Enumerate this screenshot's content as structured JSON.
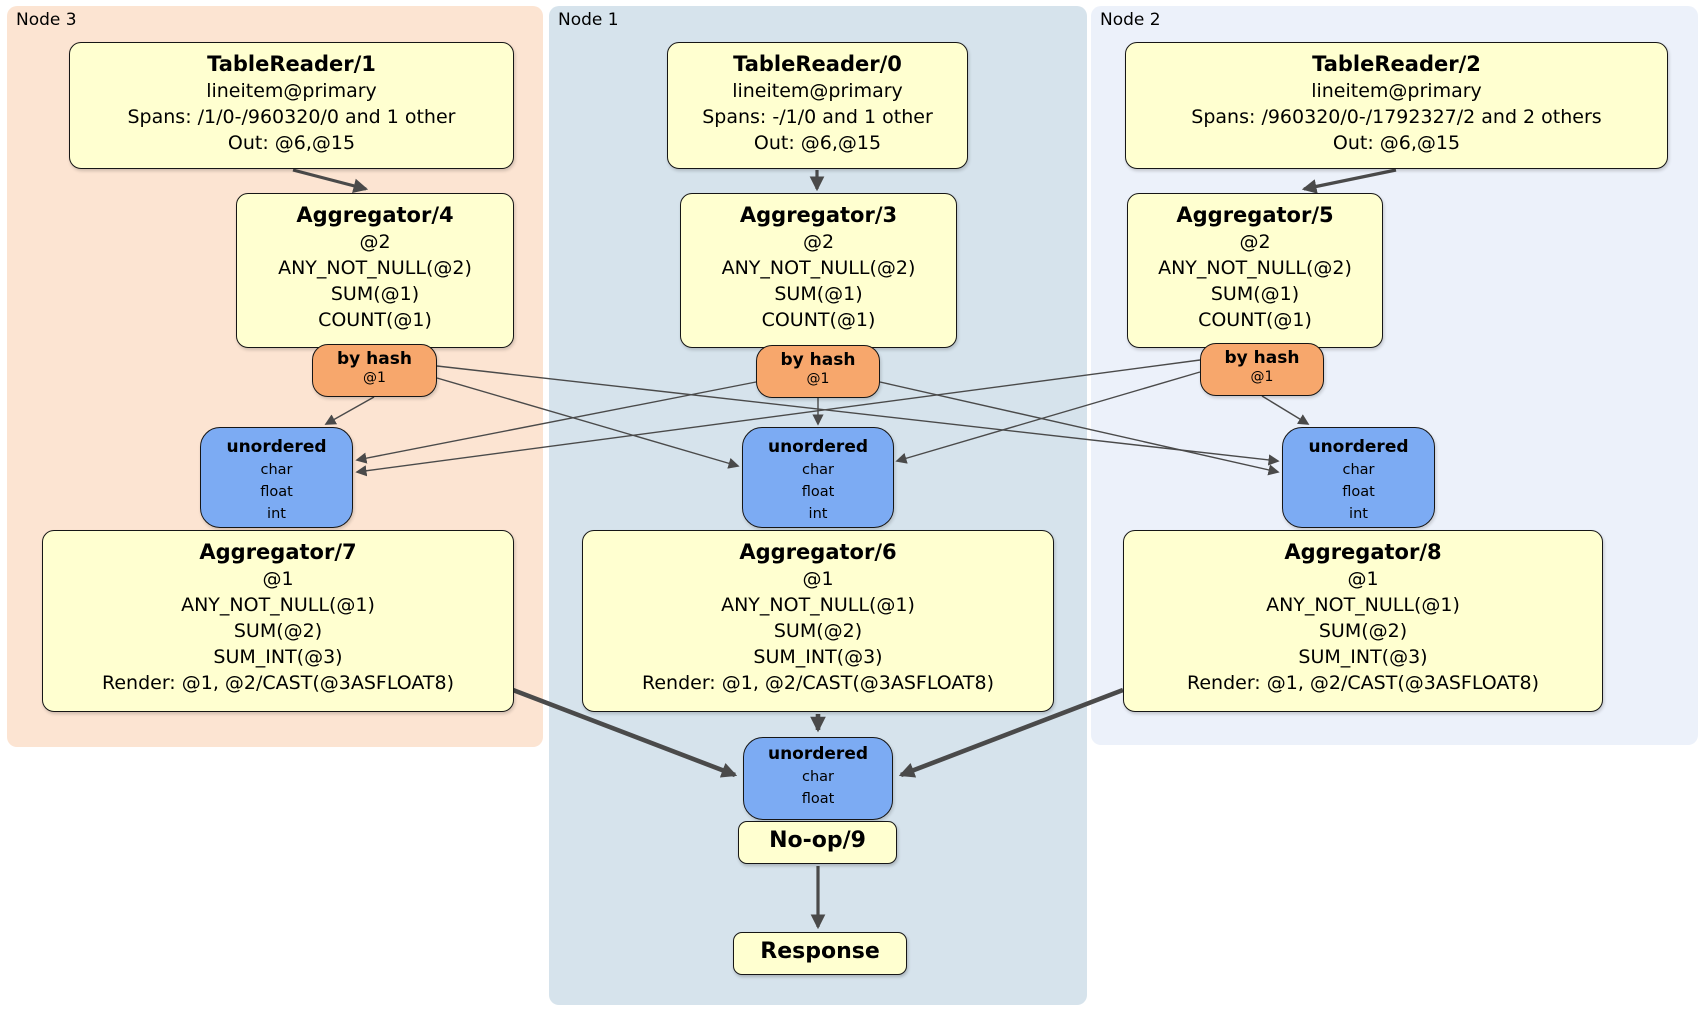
{
  "regions": {
    "node3": {
      "label": "Node 3"
    },
    "node1": {
      "label": "Node 1"
    },
    "node2": {
      "label": "Node 2"
    }
  },
  "colors": {
    "node3_background": "#fce4d2",
    "node1_background": "#d6e3ec",
    "node2_background": "#ecf1fa",
    "processor_fill": "#ffffd0",
    "router_fill": "#f7a76c",
    "sync_fill": "#7cabf3",
    "edge": "#4a4a4a"
  },
  "processors": {
    "tablereader1": {
      "title": "TableReader/1",
      "lines": [
        "lineitem@primary",
        "Spans: /1/0-/960320/0 and 1 other",
        "Out: @6,@15"
      ]
    },
    "tablereader0": {
      "title": "TableReader/0",
      "lines": [
        "lineitem@primary",
        "Spans: -/1/0 and 1 other",
        "Out: @6,@15"
      ]
    },
    "tablereader2": {
      "title": "TableReader/2",
      "lines": [
        "lineitem@primary",
        "Spans: /960320/0-/1792327/2 and 2 others",
        "Out: @6,@15"
      ]
    },
    "aggregator4": {
      "title": "Aggregator/4",
      "lines": [
        "@2",
        "ANY_NOT_NULL(@2)",
        "SUM(@1)",
        "COUNT(@1)"
      ]
    },
    "aggregator3": {
      "title": "Aggregator/3",
      "lines": [
        "@2",
        "ANY_NOT_NULL(@2)",
        "SUM(@1)",
        "COUNT(@1)"
      ]
    },
    "aggregator5": {
      "title": "Aggregator/5",
      "lines": [
        "@2",
        "ANY_NOT_NULL(@2)",
        "SUM(@1)",
        "COUNT(@1)"
      ]
    },
    "aggregator7": {
      "title": "Aggregator/7",
      "lines": [
        "@1",
        "ANY_NOT_NULL(@1)",
        "SUM(@2)",
        "SUM_INT(@3)",
        "Render: @1, @2/CAST(@3ASFLOAT8)"
      ]
    },
    "aggregator6": {
      "title": "Aggregator/6",
      "lines": [
        "@1",
        "ANY_NOT_NULL(@1)",
        "SUM(@2)",
        "SUM_INT(@3)",
        "Render: @1, @2/CAST(@3ASFLOAT8)"
      ]
    },
    "aggregator8": {
      "title": "Aggregator/8",
      "lines": [
        "@1",
        "ANY_NOT_NULL(@1)",
        "SUM(@2)",
        "SUM_INT(@3)",
        "Render: @1, @2/CAST(@3ASFLOAT8)"
      ]
    },
    "noop9": {
      "title": "No-op/9"
    },
    "response": {
      "title": "Response"
    }
  },
  "routers": {
    "byhash_node3": {
      "title": "by hash",
      "lines": [
        "@1"
      ]
    },
    "byhash_node1": {
      "title": "by hash",
      "lines": [
        "@1"
      ]
    },
    "byhash_node2": {
      "title": "by hash",
      "lines": [
        "@1"
      ]
    }
  },
  "syncs": {
    "unordered_node3": {
      "title": "unordered",
      "lines": [
        "char",
        "float",
        "int"
      ]
    },
    "unordered_node1": {
      "title": "unordered",
      "lines": [
        "char",
        "float",
        "int"
      ]
    },
    "unordered_node2": {
      "title": "unordered",
      "lines": [
        "char",
        "float",
        "int"
      ]
    },
    "unordered_final": {
      "title": "unordered",
      "lines": [
        "char",
        "float"
      ]
    }
  }
}
